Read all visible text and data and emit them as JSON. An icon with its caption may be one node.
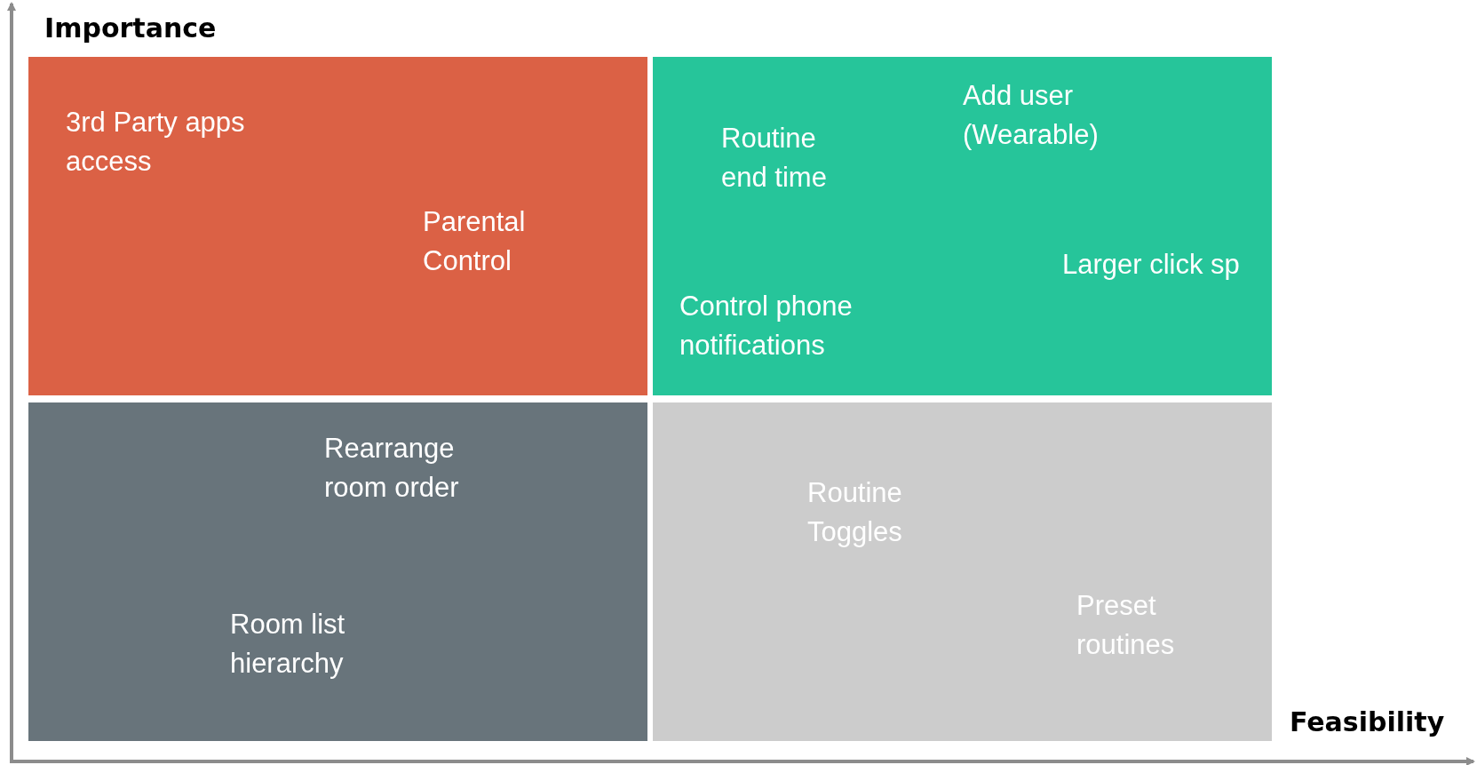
{
  "diagram": {
    "nodes": [
      {
        "text": [
          "3rd Party apps access",
          "Parental Control"
        ]
      },
      {
        "text": [
          "Add user (Wearable)",
          "Routine end time",
          "Larger click sp",
          "Control phone notifications"
        ]
      },
      {
        "text": [
          "Rearrange room order",
          "Room list hierarchy"
        ]
      },
      {
        "text": [
          "Routine Toggles",
          "Preset routines"
        ]
      }
    ],
    "edges": [],
    "labels": [
      "Importance",
      "Feasibility"
    ]
  }
}
